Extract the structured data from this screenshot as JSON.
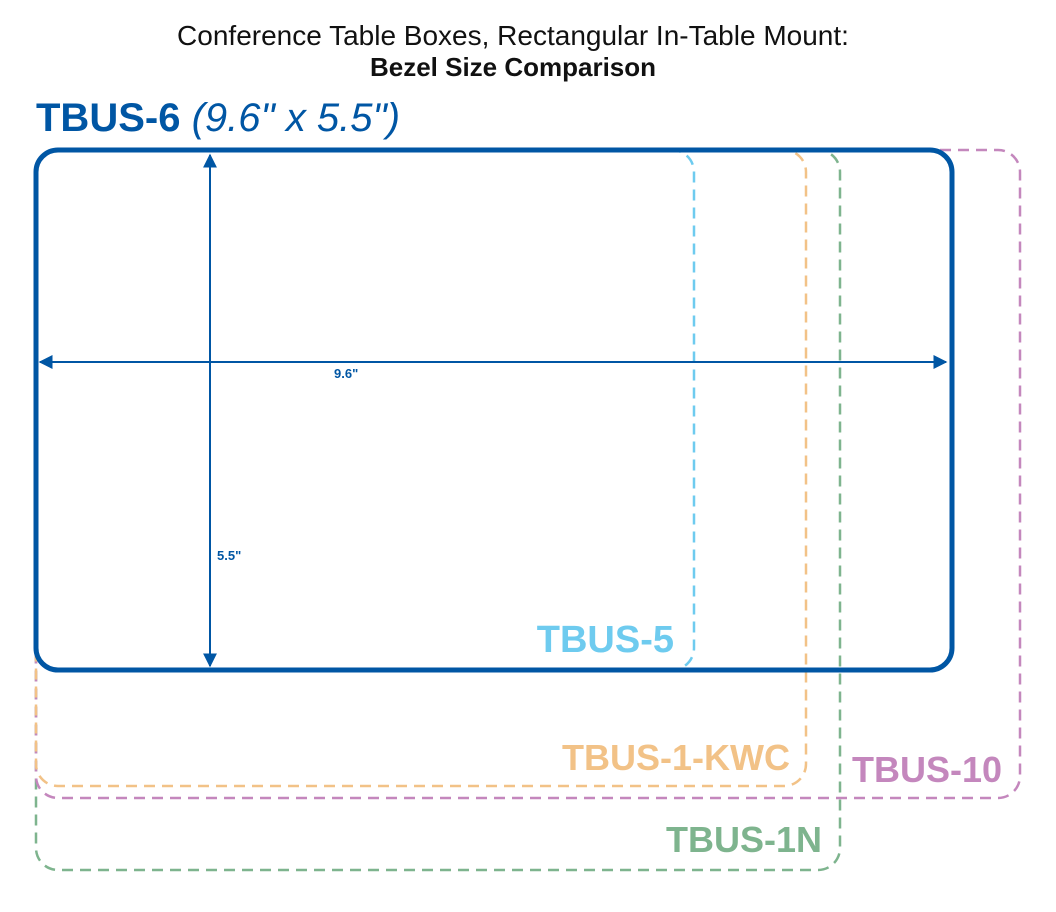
{
  "title": {
    "line1": "Conference Table Boxes, Rectangular In-Table Mount:",
    "line2": "Bezel Size Comparison"
  },
  "primary": {
    "name": "TBUS-6",
    "dims": "(9.6\" x 5.5\")",
    "width_label": "9.6\"",
    "height_label": "5.5\"",
    "color": "#0056A4"
  },
  "outlines": [
    {
      "name": "TBUS-5",
      "color": "#6ECBEF"
    },
    {
      "name": "TBUS-1-KWC",
      "color": "#F2C287"
    },
    {
      "name": "TBUS-10",
      "color": "#C487BD"
    },
    {
      "name": "TBUS-1N",
      "color": "#7EB48E"
    }
  ]
}
